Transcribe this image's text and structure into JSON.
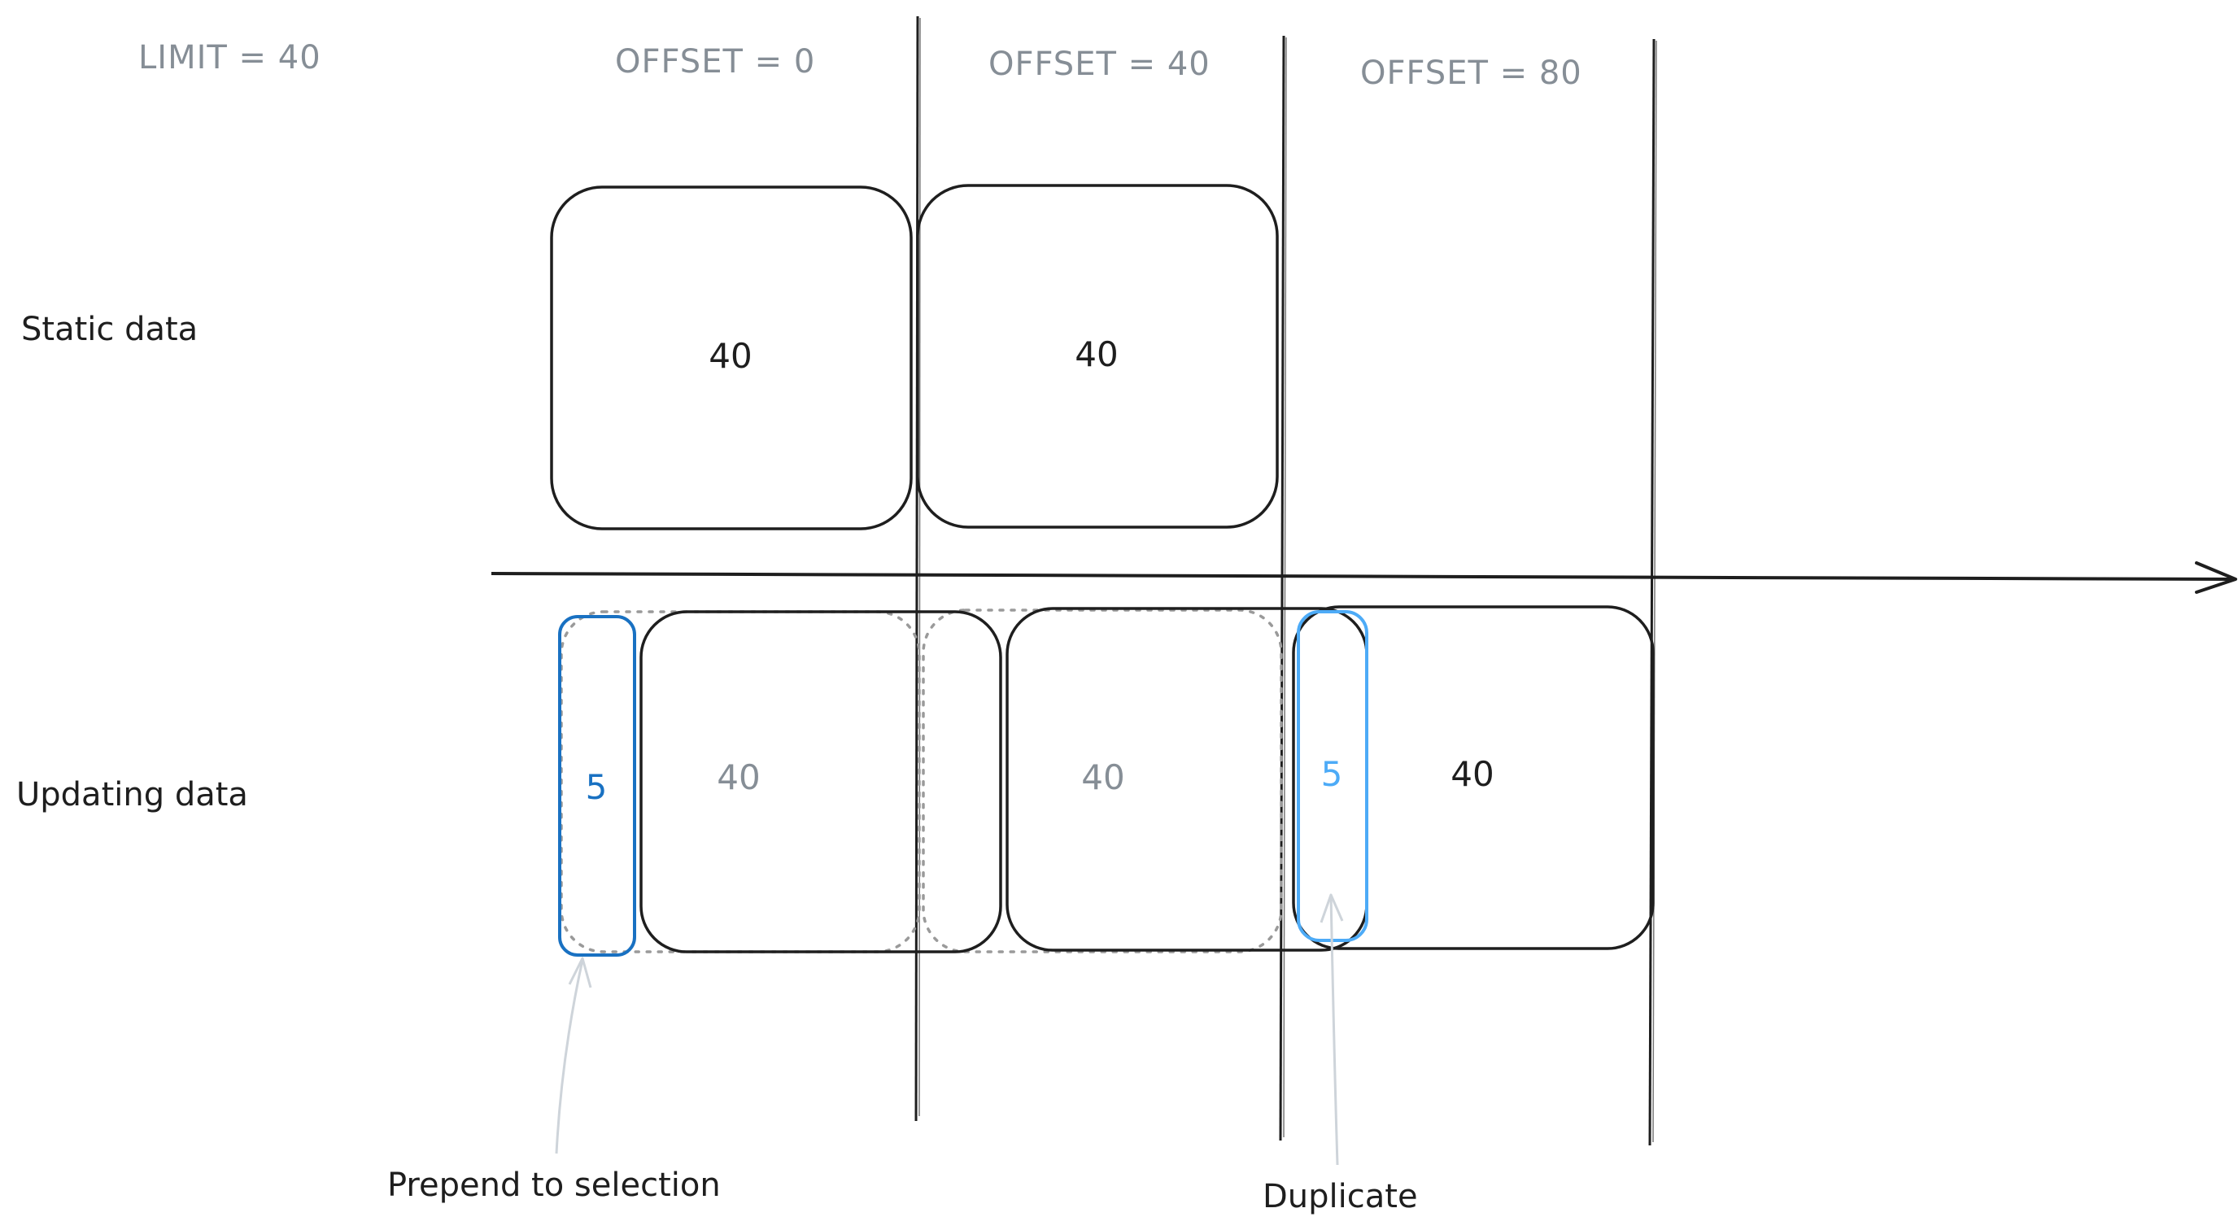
{
  "headers": {
    "limit": "LIMIT = 40",
    "offset_0": "OFFSET = 0",
    "offset_40": "OFFSET = 40",
    "offset_80": "OFFSET = 80"
  },
  "rows": {
    "static": "Static data",
    "updating": "Updating data"
  },
  "static_blocks": [
    "40",
    "40"
  ],
  "updating_blocks": {
    "prepended": "5",
    "block_1": "40",
    "block_2": "40",
    "duplicate": "5",
    "block_3": "40"
  },
  "annotations": {
    "prepend": "Prepend to selection",
    "duplicate": "Duplicate"
  },
  "colors": {
    "ink": "#1e1e1e",
    "grey": "#868e96",
    "dotted": "#9a9a9a",
    "blue_dark": "#1971c2",
    "blue_light": "#4dabf7",
    "arrow_pointer": "#ced4da"
  }
}
